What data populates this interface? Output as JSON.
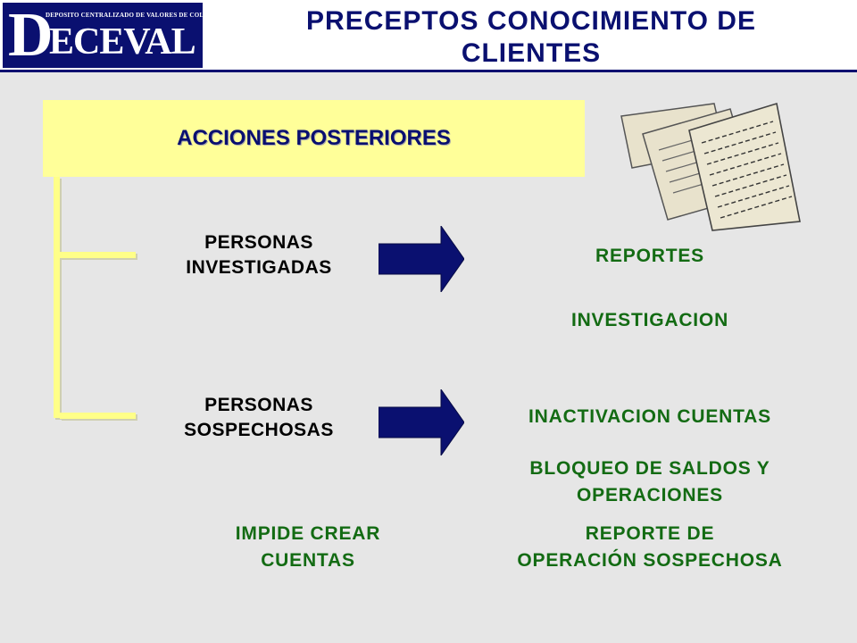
{
  "header": {
    "logo_small_text": "DEPOSITO CENTRALIZADO DE VALORES DE COLOMBIA",
    "logo_initial": "D",
    "logo_rest": "ECEVAL S.A.",
    "title_line1": "PRECEPTOS CONOCIMIENTO DE",
    "title_line2": "CLIENTES"
  },
  "section": {
    "title": "ACCIONES POSTERIORES"
  },
  "branches": [
    {
      "line1": "PERSONAS",
      "line2": "INVESTIGADAS"
    },
    {
      "line1": "PERSONAS",
      "line2": "SOSPECHOSAS"
    }
  ],
  "actions": {
    "reportes": "REPORTES",
    "investigacion": "INVESTIGACION",
    "inactivacion": "INACTIVACION CUENTAS",
    "bloqueo_line1": "BLOQUEO DE SALDOS Y",
    "bloqueo_line2": "OPERACIONES",
    "impide_line1": "IMPIDE CREAR",
    "impide_line2": "CUENTAS",
    "reporte_line1": "REPORTE DE",
    "reporte_line2": "OPERACIÓN SOSPECHOSA"
  },
  "colors": {
    "header_blue": "#0a1070",
    "box_yellow": "#ffff99",
    "action_green": "#136b13",
    "background": "#e6e6e6"
  },
  "icons": [
    "arrow-right-icon",
    "documents-icon"
  ]
}
